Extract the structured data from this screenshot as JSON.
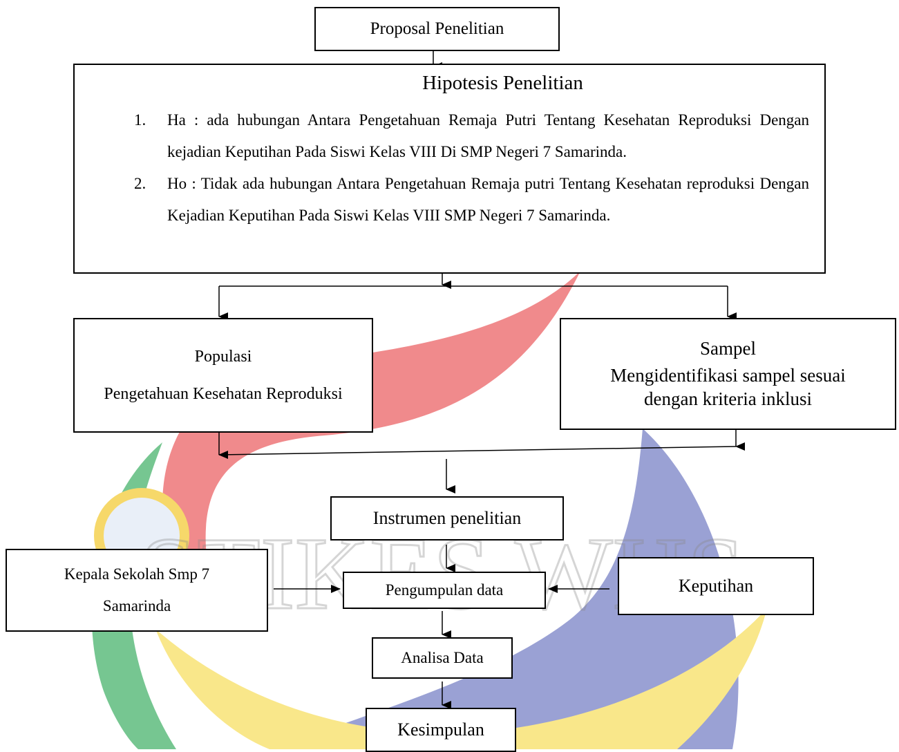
{
  "boxes": {
    "proposal": "Proposal Penelitian",
    "hipotesis": {
      "title": "Hipotesis Penelitian",
      "items": [
        {
          "num": "1.",
          "text": "Ha : ada hubungan Antara Pengetahuan Remaja Putri Tentang Kesehatan Reproduksi Dengan kejadian Keputihan Pada Siswi Kelas VIII Di SMP Negeri 7 Samarinda."
        },
        {
          "num": "2.",
          "text": "Ho : Tidak ada hubungan Antara Pengetahuan Remaja putri Tentang Kesehatan reproduksi Dengan Kejadian Keputihan Pada Siswi Kelas VIII SMP Negeri 7 Samarinda."
        }
      ]
    },
    "populasi": {
      "title": "Populasi",
      "text": "Pengetahuan Kesehatan Reproduksi"
    },
    "sampel": {
      "title": "Sampel",
      "text_line1": "Mengidentifikasi sampel sesuai",
      "text_line2": "dengan kriteria inklusi"
    },
    "instrumen": "Instrumen penelitian",
    "kepala": {
      "line1": "Kepala Sekolah Smp 7",
      "line2": "Samarinda"
    },
    "pengumpulan": "Pengumpulan data",
    "keputihan": "Keputihan",
    "analisa": "Analisa Data",
    "kesimpulan": "Kesimpulan"
  },
  "watermark": {
    "text": "STIKES WHS",
    "colors": {
      "red": "#f08a8c",
      "blue": "#9aa1d4",
      "yellow": "#f9e78a",
      "green": "#76c691"
    }
  }
}
